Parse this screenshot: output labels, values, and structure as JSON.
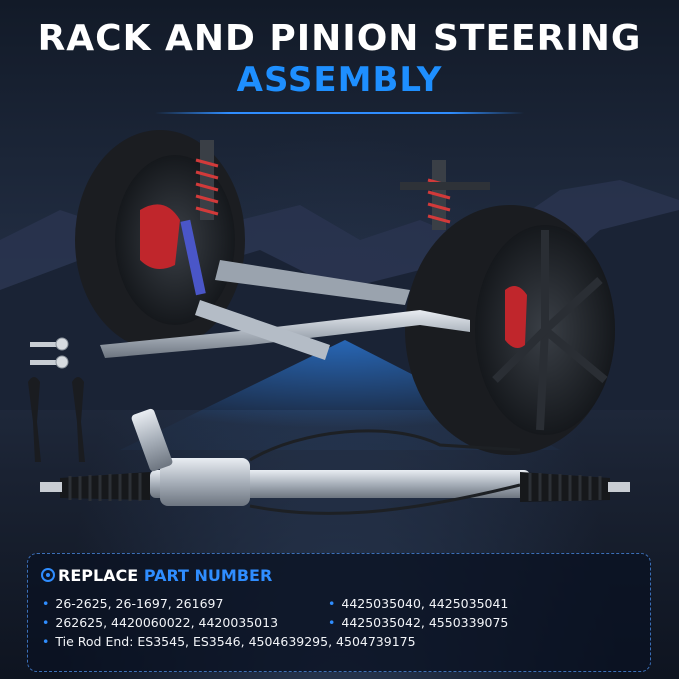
{
  "title": {
    "line1": "RACK AND PINION STEERING",
    "line2": "ASSEMBLY"
  },
  "colors": {
    "accent_blue": "#1e8fff",
    "title_white": "#ffffff",
    "panel_border": "#3b6fb8",
    "brake_red": "#c0262c",
    "spring_red": "#d23a3a"
  },
  "icons": {
    "panel_bullet": "target-icon",
    "list_bullet": "bullet-dot"
  },
  "panel": {
    "title_word1": "REPLACE",
    "title_word2": "PART NUMBER",
    "left_lines": [
      "26-2625, 26-1697, 261697",
      "262625, 4420060022, 4420035013",
      "Tie Rod End: ES3545, ES3546, 4504639295, 4504739175"
    ],
    "right_lines": [
      "4425035040, 4425035041",
      "4425035042, 4550339075"
    ]
  }
}
